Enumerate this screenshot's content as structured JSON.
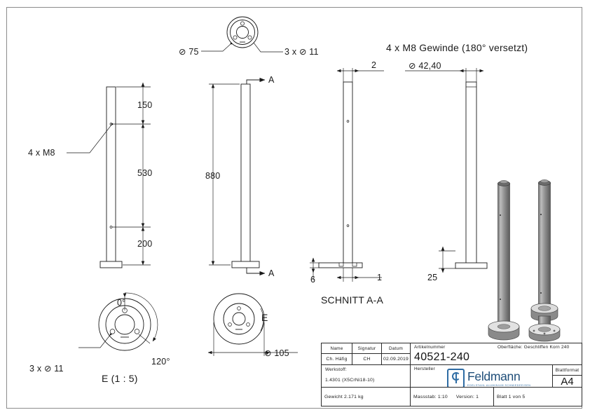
{
  "document": {
    "type": "technical-drawing",
    "sheet_format": "A4",
    "language": "de"
  },
  "annotations": {
    "top_flange_dia": "⊘ 75",
    "top_flange_holes": "3 x ⊘ 11",
    "thread_note": "4 x M8 Gewinde (180° versetzt)",
    "wall_thickness": "2",
    "tube_dia": "⊘ 42,40",
    "front_thread_label": "4 x M8",
    "dim_150": "150",
    "dim_530": "530",
    "dim_200": "200",
    "dim_880": "880",
    "section_arrow_top": "A",
    "section_arrow_bottom": "A",
    "section_title": "SCHNITT A-A",
    "dim_6": "6",
    "dim_1": "1",
    "dim_25": "25",
    "base_dia": "⊘ 105",
    "detail_marker": "E",
    "detail_title": "E (1 : 5)",
    "angle_zero": "0°",
    "angle_120": "120°",
    "bottom_holes": "3 x ⊘ 11"
  },
  "titleblock": {
    "name_caption": "Name",
    "signature_caption": "Signatur",
    "date_caption": "Datum",
    "name_value": "Ch. Häfig",
    "signature_value": "CH",
    "date_value": "02.09.2019",
    "article_caption": "Artikelnummer",
    "article_value": "40521-240",
    "surface_value": "Oberfläche:  Geschliffen Korn 240",
    "material_caption": "Werkstoff:",
    "material_value": "1.4301 (X5CrNi18-10)",
    "manufacturer_caption": "Hersteller",
    "brand_name": "Feldmann",
    "brand_tagline": "EDELSTAHL  ALUMINIUM  SCHMIEDEEISEN",
    "sheetformat_caption": "Blattformat",
    "sheetformat_value": "A4",
    "weight_value": "Gewicht 2.171 kg",
    "scale_value": "Massstab: 1:10",
    "version_value": "Version: 1",
    "sheet_value": "Blatt 1 von 5"
  },
  "colors": {
    "line": "#1a1a1a",
    "frame": "#8c8c8c",
    "brand": "#1f4e79",
    "brand_light": "#2e6ca4",
    "metal_light": "#c9c9c9",
    "metal_mid": "#8f8f8f",
    "metal_dark": "#5e5e5e"
  }
}
